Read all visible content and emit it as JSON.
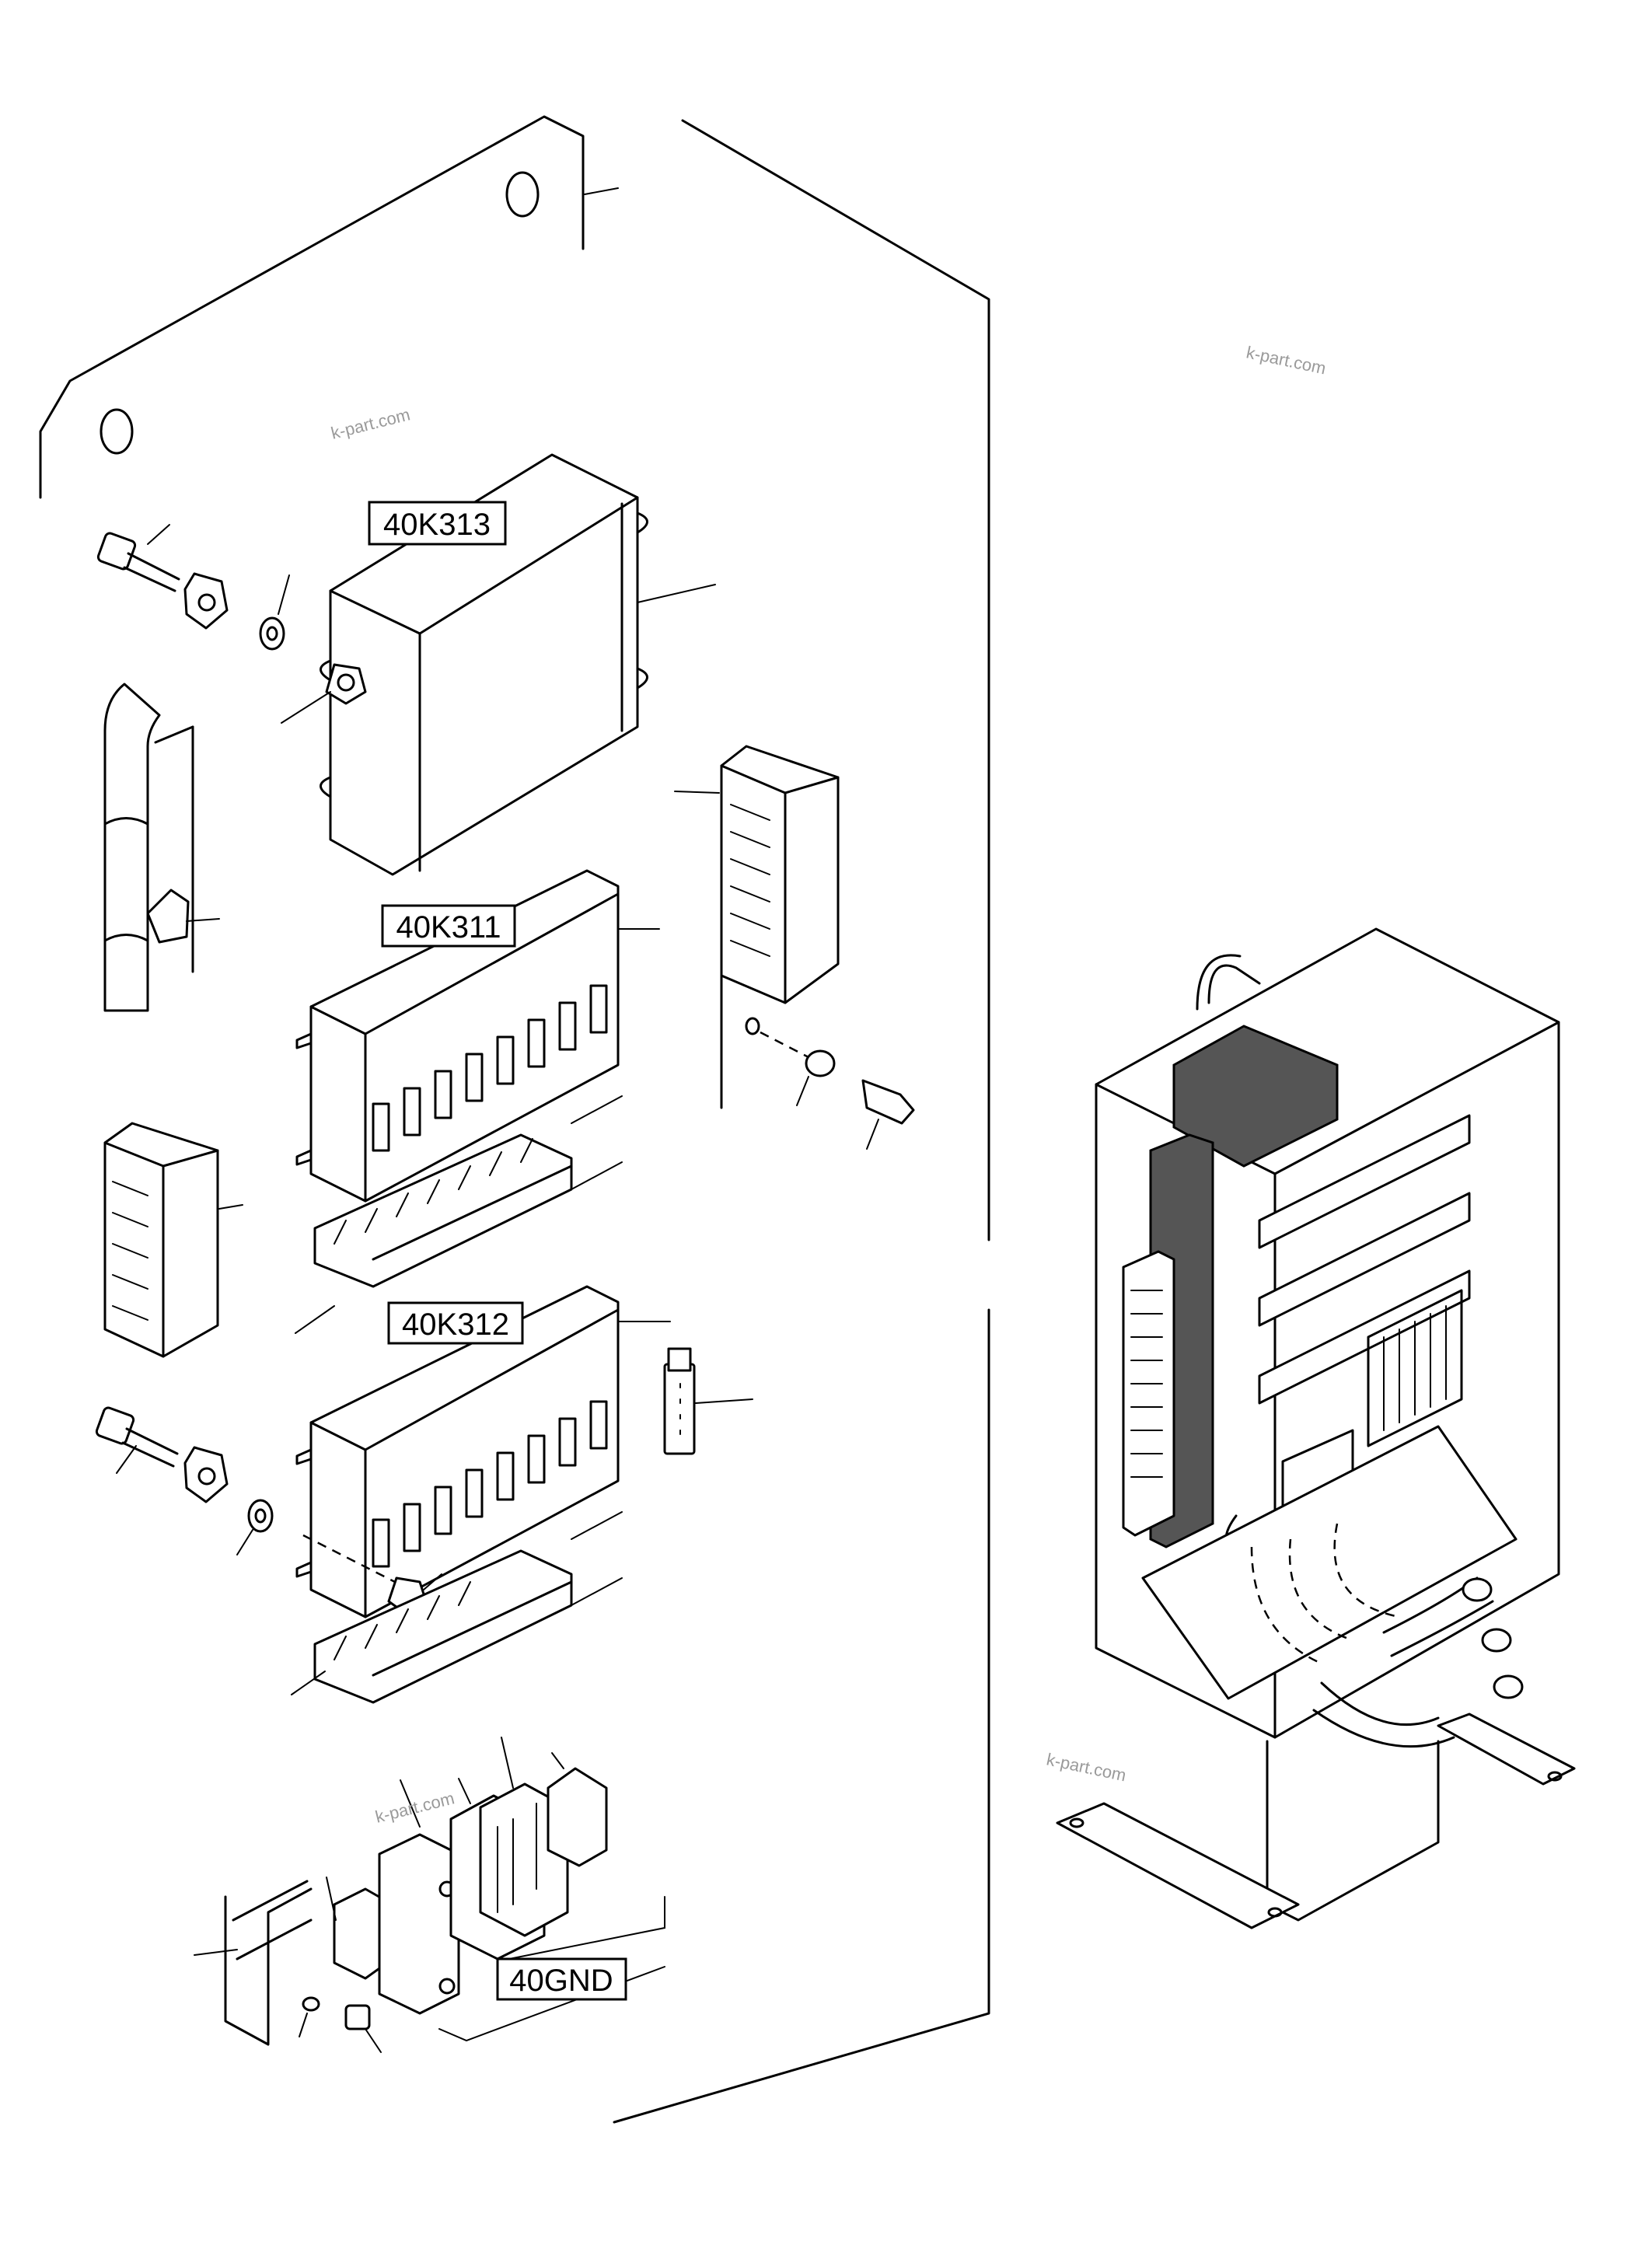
{
  "labels": {
    "k313": "40K313",
    "k311": "40K311",
    "k312": "40K312",
    "gnd": "40GND"
  },
  "watermarks": [
    "k-part.com",
    "k-part.com",
    "k-part.com",
    "k-part.com"
  ],
  "colors": {
    "line": "#000000",
    "background": "#ffffff",
    "shade": "#555555",
    "watermark": "#9a9a9a"
  }
}
